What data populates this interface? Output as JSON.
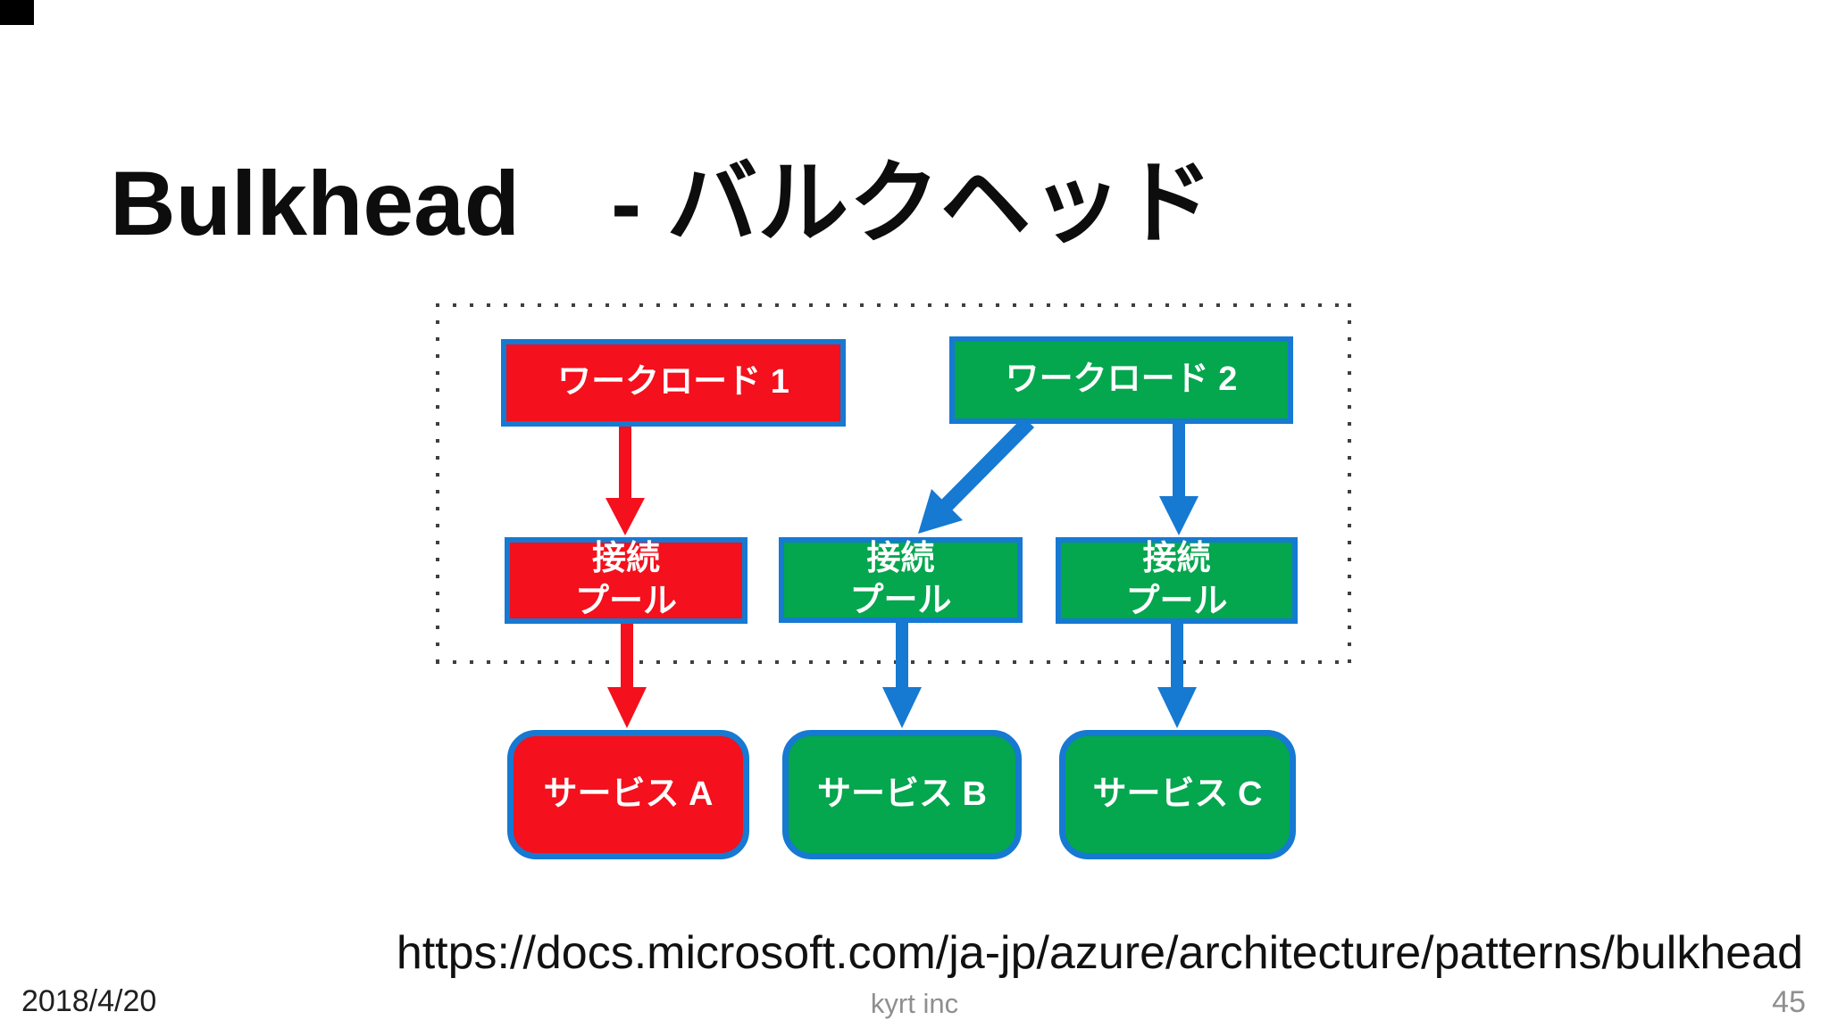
{
  "slide": {
    "title": "Bulkhead　- バルクヘッド",
    "source_url": "https://docs.microsoft.com/ja-jp/azure/architecture/patterns/bulkhead",
    "footer": {
      "date": "2018/4/20",
      "company": "kyrt inc",
      "page_number": "45"
    }
  },
  "colors": {
    "red": "#F4101C",
    "green": "#04A64E",
    "blue": "#1679D2",
    "muted": "#8f8f8f",
    "dotted_border": "#3f3f3f"
  },
  "diagram": {
    "workload1": {
      "label": "ワークロード 1",
      "color": "red"
    },
    "workload2": {
      "label": "ワークロード 2",
      "color": "green"
    },
    "pool_a": {
      "label": "接続\nプール",
      "color": "red"
    },
    "pool_b": {
      "label": "接続\nプール",
      "color": "green"
    },
    "pool_c": {
      "label": "接続\nプール",
      "color": "green"
    },
    "service_a": {
      "label": "サービス A",
      "color": "red"
    },
    "service_b": {
      "label": "サービス B",
      "color": "green"
    },
    "service_c": {
      "label": "サービス C",
      "color": "green"
    }
  }
}
